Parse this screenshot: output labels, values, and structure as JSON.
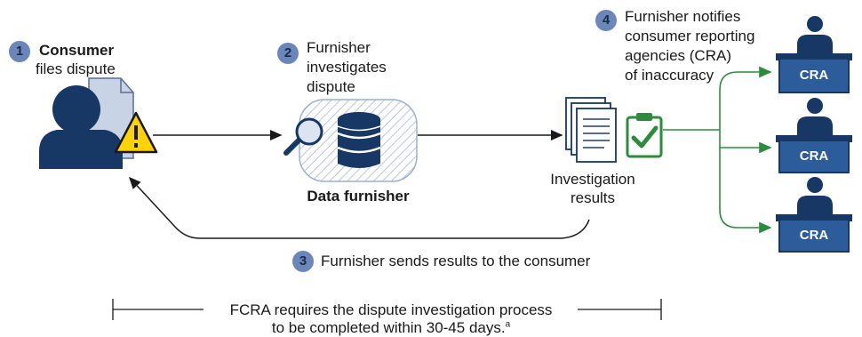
{
  "step1": {
    "number": "1",
    "title": "Consumer",
    "text": "files dispute"
  },
  "step2": {
    "number": "2",
    "line1": "Furnisher",
    "line2": "investigates",
    "line3": "dispute",
    "node_label": "Data furnisher"
  },
  "step3": {
    "number": "3",
    "text": "Furnisher sends results to the consumer"
  },
  "step4": {
    "number": "4",
    "line1": "Furnisher notifies",
    "line2": "consumer reporting",
    "line3": "agencies (CRA)",
    "line4": "of inaccuracy"
  },
  "results": {
    "line1": "Investigation",
    "line2": "results"
  },
  "cra_labels": [
    "CRA",
    "CRA",
    "CRA"
  ],
  "timeline": {
    "line1": "FCRA requires the dispute investigation process",
    "line2": "to be completed within 30-45 days.",
    "footnote": "a"
  },
  "colors": {
    "navy": "#173764",
    "badge": "#6b86b8",
    "green": "#2e8b3e",
    "desk": "#2d5c9a",
    "warning": "#ffd200"
  }
}
